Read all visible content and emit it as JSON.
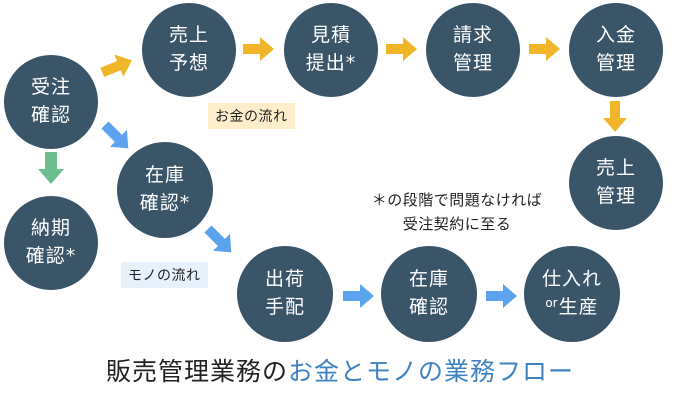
{
  "colors": {
    "node": "#3a5568",
    "money_arrow": "#f0b528",
    "goods_arrow": "#5ba3ec",
    "delivery_arrow": "#6bbf8c",
    "money_tag_bg": "#fdeecb",
    "goods_tag_bg": "#e6f1fb",
    "title_accent": "#3f82c2"
  },
  "nodes": {
    "order_confirm": {
      "line1": "受注",
      "line2": "確認"
    },
    "sales_forecast": {
      "line1": "売上",
      "line2": "予想"
    },
    "quotation": {
      "line1": "見積",
      "line2": "提出*"
    },
    "billing": {
      "line1": "請求",
      "line2": "管理"
    },
    "payment": {
      "line1": "入金",
      "line2": "管理"
    },
    "sales_mgmt": {
      "line1": "売上",
      "line2": "管理"
    },
    "delivery_confirm": {
      "line1": "納期",
      "line2": "確認*"
    },
    "stock_confirm_1": {
      "line1": "在庫",
      "line2": "確認*"
    },
    "shipping": {
      "line1": "出荷",
      "line2": "手配"
    },
    "stock_confirm_2": {
      "line1": "在庫",
      "line2": "確認"
    },
    "procure": {
      "line1": "仕入れ",
      "or": "or",
      "line2": "生産"
    }
  },
  "tags": {
    "money_flow": "お金の流れ",
    "goods_flow": "モノの流れ"
  },
  "note": {
    "line1": "＊の段階で問題なければ",
    "line2": "受注契約に至る"
  },
  "title": {
    "part1": "販売管理業務の",
    "part2": "お金とモノの業務フロー"
  }
}
